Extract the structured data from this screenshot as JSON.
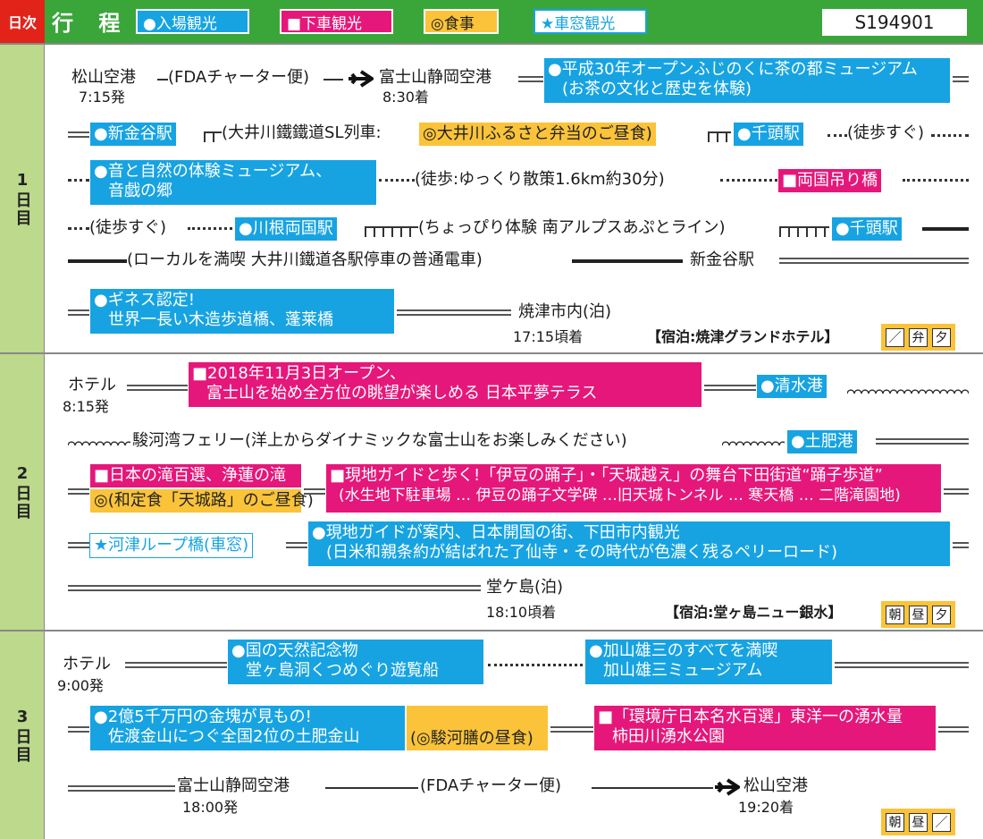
{
  "header": {
    "day_col": "日次",
    "title": "行 程",
    "legend": [
      "●入場観光",
      "■下車観光",
      "◎食事",
      "★車窓観光"
    ],
    "tour_code": "S194901"
  },
  "days": [
    {
      "label": "1日目",
      "depart_place": "松山空港",
      "depart_time": "7:15発",
      "flight": "(FDAチャーター便)",
      "arrive_place": "富士山静岡空港",
      "arrive_time": "8:30着",
      "box_tea_1": "●平成30年オープンふじのくに茶の都ミュージアム",
      "box_tea_2": "(お茶の文化と歴史を体験)",
      "box_shinkanaya": "●新金谷駅",
      "sl_train": "(大井川鐵鐵道SL列車:",
      "box_bento": "◎大井川ふるさと弁当のご昼食)",
      "box_senzu": "●千頭駅",
      "walk_soon_1": "(徒歩すぐ)",
      "box_oto_1": "●音と自然の体験ミュージアム、",
      "box_oto_2": "音戯の郷",
      "walk_long": "(徒歩:ゆっくり散策1.6km約30分)",
      "box_bridge": "■両国吊り橋",
      "walk_soon_2": "(徒歩すぐ)",
      "box_kawane": "●川根両国駅",
      "abt_line": "(ちょっぴり体験 南アルプスあぷとライン)",
      "box_senzu_2": "●千頭駅",
      "local_train": "(ローカルを満喫 大井川鐵道各駅停車の普通電車)",
      "shinkanaya_2": "新金谷駅",
      "box_horai_1": "●ギネス認定!",
      "box_horai_2": "世界一長い木造歩道橋、蓬莱橋",
      "stay_place": "焼津市内(泊)",
      "stay_time": "17:15頃着",
      "hotel": "【宿泊:焼津グランドホテル】",
      "meals": [
        "／",
        "弁",
        "夕"
      ]
    },
    {
      "label": "2日目",
      "start": "ホテル",
      "start_time": "8:15発",
      "box_terrace_1": "■2018年11月3日オープン、",
      "box_terrace_2": "富士山を始め全方位の眺望が楽しめる 日本平夢テラス",
      "box_shimizu": "●清水港",
      "ferry": "駿河湾フェリー(洋上からダイナミックな富士山をお楽しみください)",
      "box_toi": "●土肥港",
      "box_jorenn": "■日本の滝百選、浄蓮の滝",
      "box_lunch": "◎(和定食「天城路」のご昼食)",
      "box_odoriko_1": "■現地ガイドと歩く!「伊豆の踊子」・「天城越え」の舞台下田街道“踊子歩道”",
      "box_odoriko_2": "(水生地下駐車場 … 伊豆の踊子文学碑 …旧天城トンネル … 寒天橋 … 二階滝園地)",
      "box_loop": "★河津ループ橋(車窓)",
      "box_shimoda_1": "●現地ガイドが案内、日本開国の街、下田市内観光",
      "box_shimoda_2": "(日米和親条約が結ばれた了仙寺・その時代が色濃く残るペリーロード)",
      "stay_place": "堂ケ島(泊)",
      "stay_time": "18:10頃着",
      "hotel": "【宿泊:堂ヶ島ニュー銀水】",
      "meals": [
        "朝",
        "昼",
        "夕"
      ]
    },
    {
      "label": "3日目",
      "start": "ホテル",
      "start_time": "9:00発",
      "box_cave_1": "●国の天然記念物",
      "box_cave_2": "堂ヶ島洞くつめぐり遊覧船",
      "box_kayama_1": "●加山雄三のすべてを満喫",
      "box_kayama_2": "加山雄三ミュージアム",
      "box_gold_1": "●2億5千万円の金塊が見もの!",
      "box_gold_2": "佐渡金山につぐ全国2位の土肥金山",
      "box_lunch": "(◎駿河膳の昼食)",
      "box_water_1": "■「環境庁日本名水百選」東洋一の湧水量",
      "box_water_2": "柿田川湧水公園",
      "airport": "富士山静岡空港",
      "depart_time": "18:00発",
      "flight": "(FDAチャーター便)",
      "dest": "松山空港",
      "arrive_time": "19:20着",
      "meals": [
        "朝",
        "昼",
        "／"
      ]
    }
  ],
  "colors": {
    "header_green": "#3aa63a",
    "day_red": "#e2231a",
    "day_col": "#bcd98c",
    "entry_blue": "#17a3e2",
    "stop_pink": "#e6177a",
    "meal_yellow": "#fac33a"
  }
}
